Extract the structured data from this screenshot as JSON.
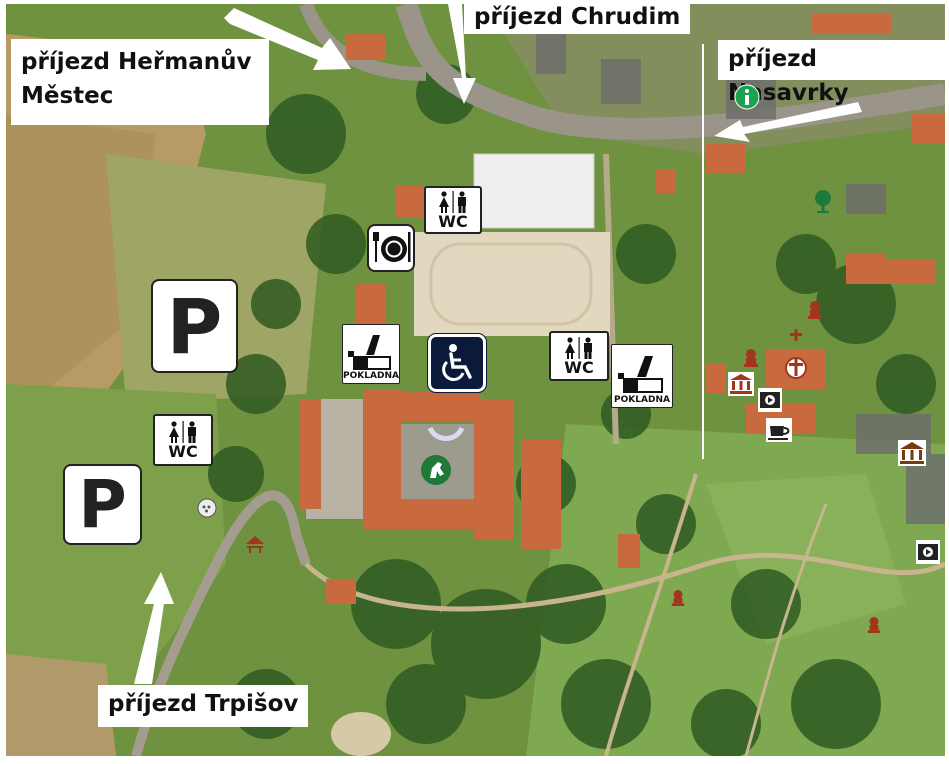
{
  "map": {
    "labels": {
      "hermanuv_line1": "příjezd Heřmanův",
      "hermanuv_line2": "Městec",
      "chrudim": "příjezd Chrudim",
      "nasavrky": "příjezd Nasavrky",
      "trpisov": "příjezd Trpišov"
    },
    "signs": {
      "parking_large": "P",
      "parking_small": "P",
      "wc": "WC",
      "ticket_office": "POKLADNA"
    },
    "icons": [
      "restaurant-icon",
      "wheelchair-access-icon",
      "wc-icon",
      "ticket-office-icon",
      "info-icon",
      "church-icon",
      "museum-icon",
      "cafe-icon",
      "cinema-icon",
      "tree-icon",
      "horse-icon",
      "monument-icon"
    ],
    "colors": {
      "grass": "#7fa44f",
      "field": "#b79a64",
      "roof": "#c96a3e",
      "road": "#9a9489",
      "wheelchair_bg": "#0b1a3a",
      "info_green": "#1aa251"
    }
  }
}
